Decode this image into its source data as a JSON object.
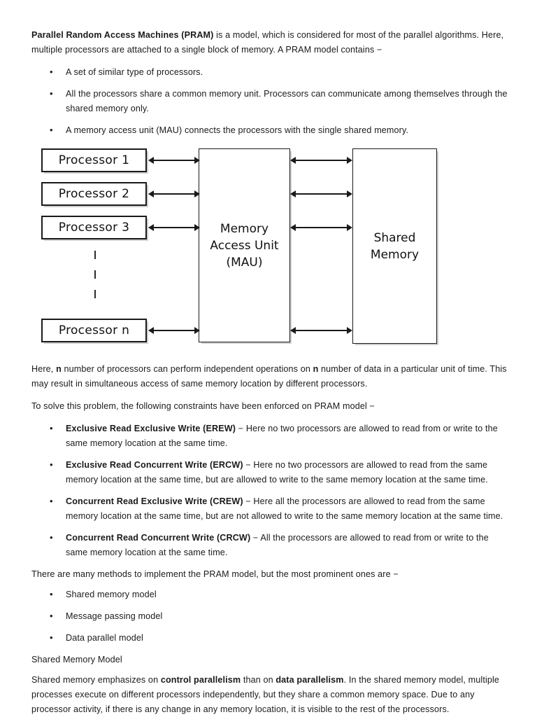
{
  "document": {
    "intro": {
      "lead_bold": "Parallel Random Access Machines (PRAM)",
      "rest": " is a model, which is considered for most of the parallel algorithms. Here, multiple processors are attached to a single block of memory. A PRAM model contains −"
    },
    "features": [
      "A set of similar type of processors.",
      "All the processors share a common memory unit. Processors can communicate among themselves through the shared memory only.",
      "A memory access unit (MAU) connects the processors with the single shared memory."
    ],
    "diagram": {
      "processors": [
        "Processor 1",
        "Processor 2",
        "Processor 3",
        "Processor n"
      ],
      "mau_label": "Memory\nAccess Unit\n(MAU)",
      "mau_line1": "Memory",
      "mau_line2": "Access Unit",
      "mau_line3": "(MAU)",
      "shared_line1": "Shared",
      "shared_line2": "Memory",
      "ellipsis_marks": 3
    },
    "after_diagram": {
      "para1_part1": "Here, ",
      "para1_bold1": "n",
      "para1_part2": " number of processors can perform independent operations on ",
      "para1_bold2": "n",
      "para1_part3": " number of data in a particular unit of time. This may result in simultaneous access of same memory location by different processors.",
      "para2": "To solve this problem, the following constraints have been enforced on PRAM model −"
    },
    "constraints": [
      {
        "term": "Exclusive Read Exclusive Write (EREW)",
        "dash": " − ",
        "description": "Here no two processors are allowed to read from or write to the same memory location at the same time."
      },
      {
        "term": "Exclusive Read Concurrent Write (ERCW)",
        "dash": " − ",
        "description": "Here no two processors are allowed to read from the same memory location at the same time, but are allowed to write to the same memory location at the same time."
      },
      {
        "term": "Concurrent Read Exclusive Write (CREW)",
        "dash": " − ",
        "description": "Here all the processors are allowed to read from the same memory location at the same time, but are not allowed to write to the same memory location at the same time."
      },
      {
        "term": "Concurrent Read Concurrent Write (CRCW)",
        "dash": " − ",
        "description": "All the processors are allowed to read from or write to the same memory location at the same time."
      }
    ],
    "methods_intro": "There are many methods to implement the PRAM model, but the most prominent ones are −",
    "methods": [
      "Shared memory model",
      "Message passing model",
      "Data parallel model"
    ],
    "section_heading": "Shared Memory Model",
    "closing": {
      "part1": "Shared memory emphasizes on ",
      "bold1": "control parallelism",
      "part2": " than on ",
      "bold2": "data parallelism",
      "part3": ". In the shared memory model, multiple processes execute on different processors independently, but they share a common memory space. Due to any processor activity, if there is any change in any memory location, it is visible to the rest of the processors."
    }
  }
}
